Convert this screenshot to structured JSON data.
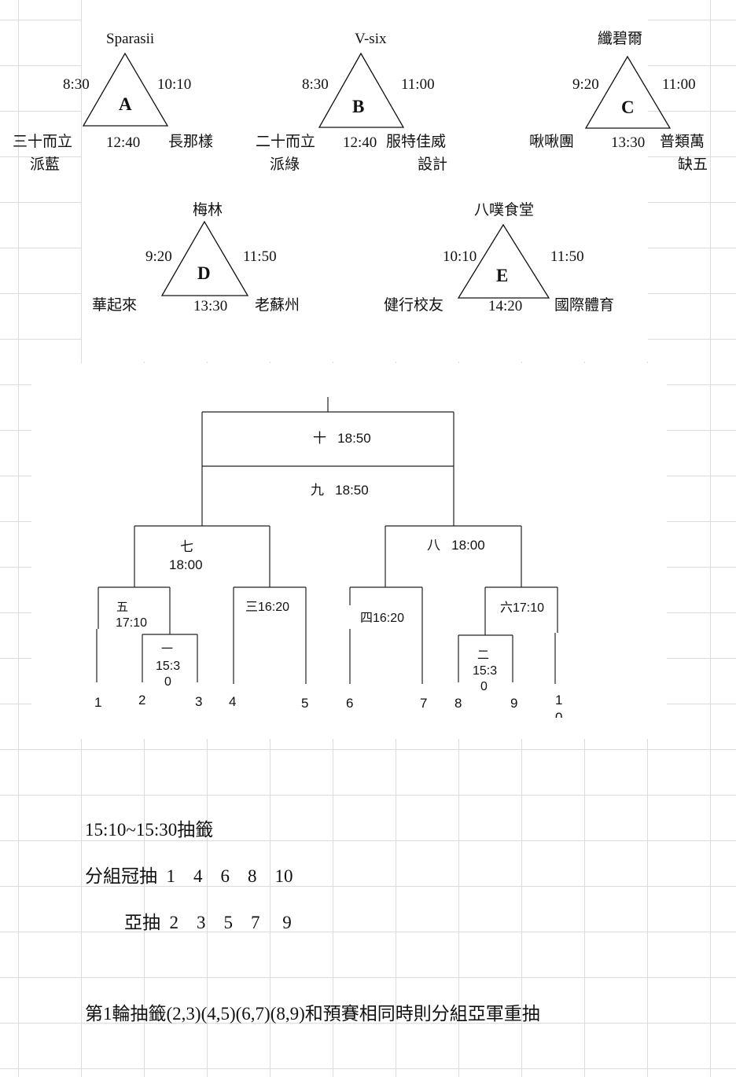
{
  "groups": [
    {
      "letter": "A",
      "top": "Sparasii",
      "time_left": "8:30",
      "time_right": "10:10",
      "time_bottom": "12:40",
      "team_left": "三十而立",
      "team_left_2": "派藍",
      "team_right": "長那樣",
      "team_right_2": ""
    },
    {
      "letter": "B",
      "top": "V-six",
      "time_left": "8:30",
      "time_right": "11:00",
      "time_bottom": "12:40",
      "team_left": "二十而立",
      "team_left_2": "派綠",
      "team_right": "服特佳威",
      "team_right_2": "設計"
    },
    {
      "letter": "C",
      "top": "纖碧爾",
      "time_left": "9:20",
      "time_right": "11:00",
      "time_bottom": "13:30",
      "team_left": "啾啾團",
      "team_left_2": "",
      "team_right": "普類萬",
      "team_right_2": "缺五"
    },
    {
      "letter": "D",
      "top": "梅林",
      "time_left": "9:20",
      "time_right": "11:50",
      "time_bottom": "13:30",
      "team_left": "華起來",
      "team_left_2": "",
      "team_right": "老蘇州",
      "team_right_2": ""
    },
    {
      "letter": "E",
      "top": "八噗食堂",
      "time_left": "10:10",
      "time_right": "11:50",
      "time_bottom": "14:20",
      "team_left": "健行校友",
      "team_left_2": "",
      "team_right": "國際體育",
      "team_right_2": ""
    }
  ],
  "bracket": {
    "match_10": "十   18:50",
    "match_9": "九   18:50",
    "match_7": "七",
    "match_7_time": "18:00",
    "match_8": "八   18:00",
    "match_5": "五",
    "match_5_time": "17:10",
    "match_3": "三16:20",
    "match_4": "四16:20",
    "match_6": "六17:10",
    "match_1": "一",
    "match_1_time_a": "15:3",
    "match_1_time_b": "0",
    "match_2": "二",
    "match_2_time_a": "15:3",
    "match_2_time_b": "0",
    "seeds": [
      "1",
      "2",
      "3",
      "4",
      "5",
      "6",
      "7",
      "8",
      "9",
      "1"
    ],
    "seed_10_tail": "0"
  },
  "notes": {
    "line1": "15:10~15:30抽籤",
    "line2": "分組冠抽  1    4    6    8    10",
    "line3": "亞抽  2    3    5    7     9",
    "line4": "第1輪抽籤(2,3)(4,5)(6,7)(8,9)和預賽相同時則分組亞軍重抽"
  }
}
